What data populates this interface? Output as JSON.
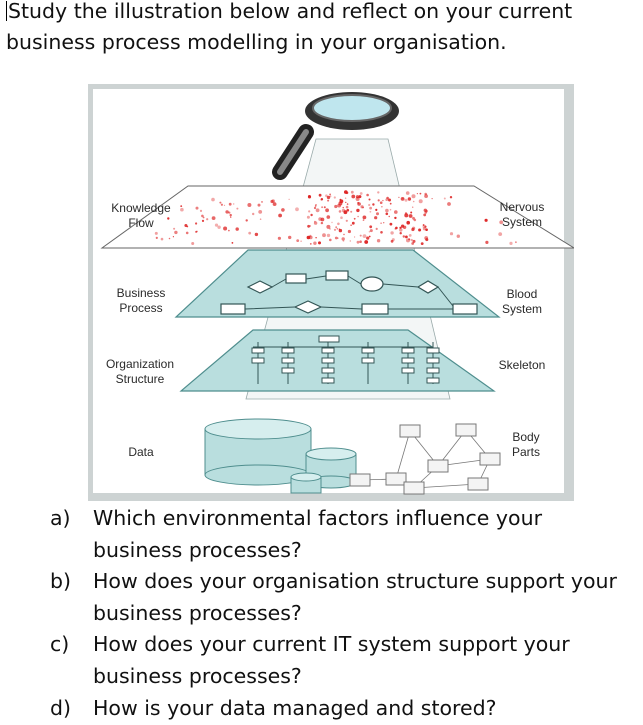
{
  "intro": {
    "line1": "Study the illustration below and reflect on your current",
    "line2": "business process modelling in your organisation."
  },
  "figure": {
    "left_labels": {
      "knowledge_flow": "Knowledge\nFlow",
      "business_process": "Business\nProcess",
      "organization_structure": "Organization\nStructure",
      "data": "Data"
    },
    "right_labels": {
      "nervous_system": "Nervous\nSystem",
      "blood_system": "Blood\nSystem",
      "skeleton": "Skeleton",
      "body_parts": "Body\nParts"
    },
    "colors": {
      "plane_teal": "#b9dede",
      "plane_edge": "#4f8e8e",
      "knowledge_red": "#dd1e1e",
      "frame": "#cdd3d3"
    }
  },
  "questions": [
    {
      "letter": "a)",
      "line1": "Which environmental factors influence your",
      "line2": "business processes?"
    },
    {
      "letter": "b)",
      "line1": "How does your organisation structure support your",
      "line2": "business processes?"
    },
    {
      "letter": "c)",
      "line1": "How does your current IT system support your",
      "line2": "business processes?"
    },
    {
      "letter": "d)",
      "line1": "How is your data managed and stored?",
      "line2": ""
    }
  ]
}
